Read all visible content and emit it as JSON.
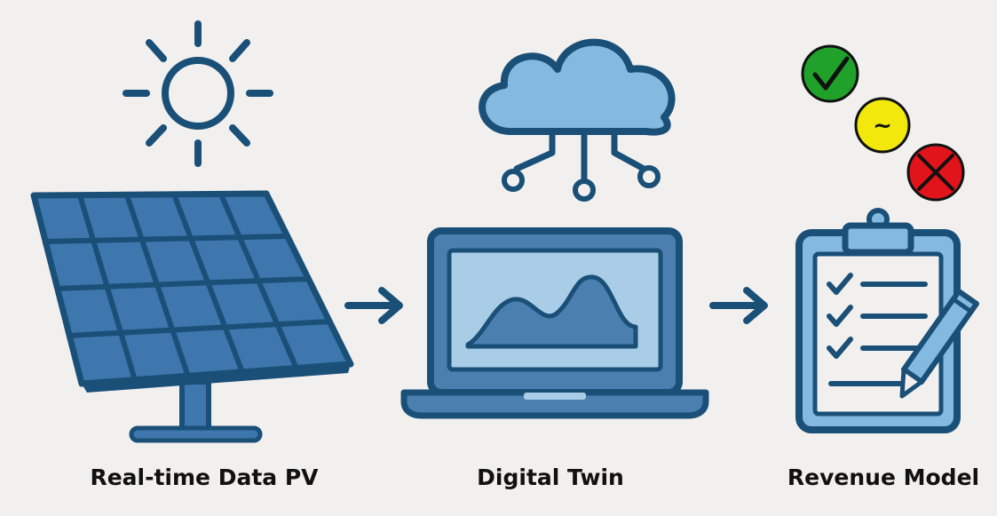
{
  "stages": [
    {
      "id": "pv",
      "label": "Real-time Data PV",
      "icon": "solar-panel-icon"
    },
    {
      "id": "twin",
      "label": "Digital Twin",
      "icon": "laptop-chart-icon"
    },
    {
      "id": "revenue",
      "label": "Revenue Model",
      "icon": "clipboard-checklist-icon"
    }
  ],
  "decorations": {
    "pv": "sun-icon",
    "twin": "cloud-network-icon",
    "revenue": "status-indicator-icons"
  },
  "status_indicators": [
    {
      "name": "check",
      "symbol": "✓",
      "color": "#1fa12a"
    },
    {
      "name": "approximate",
      "symbol": "~",
      "color": "#f2e80c"
    },
    {
      "name": "cross",
      "symbol": "✕",
      "color": "#e0141a"
    }
  ],
  "colors": {
    "background": "#f1f0ee",
    "outline": "#1a4f78",
    "panel_fill": "#3e77ad",
    "light_fill": "#a9cde6",
    "mid_fill": "#84b9e0",
    "text": "#111111"
  }
}
